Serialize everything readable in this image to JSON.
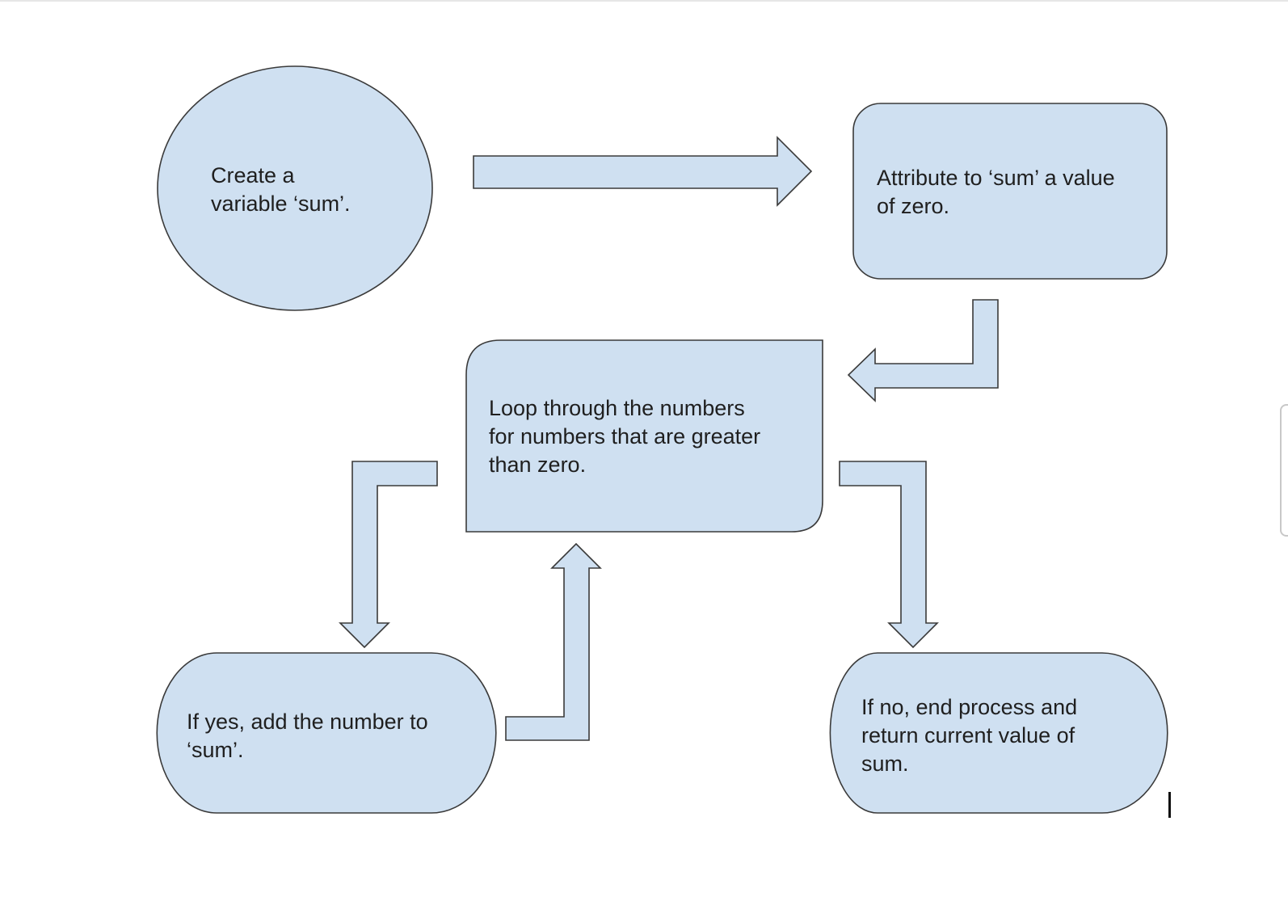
{
  "colors": {
    "shape_fill": "#cfe0f1",
    "shape_stroke": "#3a3a3a",
    "text": "#1f1f1f"
  },
  "nodes": {
    "create_variable": {
      "label": "Create a\nvariable ‘sum’."
    },
    "attribute_zero": {
      "label": "Attribute to ‘sum’ a value\nof zero."
    },
    "loop_numbers": {
      "label": "Loop through the numbers\nfor numbers that are greater\nthan zero."
    },
    "if_yes": {
      "label": "If yes, add the number to\n‘sum’."
    },
    "if_no": {
      "label": "If no, end process and\nreturn current value of\nsum."
    }
  },
  "icons": {
    "arrows": [
      "arrow-right-icon",
      "arrow-left-bent-icon",
      "arrow-down-bent-icon",
      "arrow-up-bent-icon"
    ],
    "cursor": "text-cursor-icon"
  }
}
